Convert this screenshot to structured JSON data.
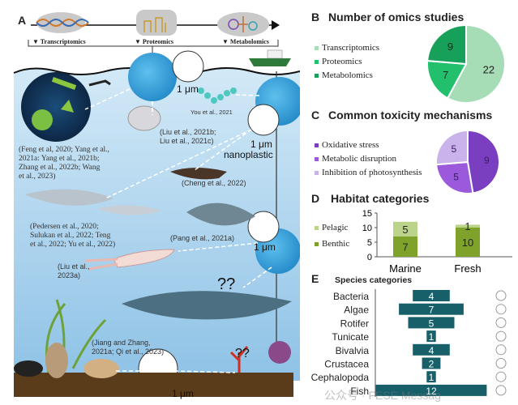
{
  "panel_a": {
    "label": "A",
    "omics": [
      "Transcriptomics",
      "Proteomics",
      "Metabolomics"
    ],
    "citations": {
      "feng": "(Feng et al, 2020; Yang et al.,\n2021a: Yang et al., 2021b;\nZhang et al., 2022b; Wang\net al., 2023)",
      "you": "You et al., 2021",
      "liu_2021": "(Liu et al., 2021b;\nLiu et al., 2021c)",
      "cheng": "(Cheng et al., 2022)",
      "pedersen": "(Pedersen et al., 2020;\nSulukan et al., 2022; Teng\net al., 2022; Yu et al., 2022)",
      "pang": "(Pang et al., 2021a)",
      "liu_2023": "(Liu et al.,\n2023a)",
      "jiang": "(Jiang and Zhang,\n2021a; Qi et al., 2023)"
    },
    "scale_label": "1 μm",
    "nanoplastic_label": "nanoplastic",
    "unknown_mark": "??",
    "colors": {
      "water_top": "#cfe6f5",
      "water_bottom": "#8fc3e6",
      "seabed": "#5a3b1a"
    }
  },
  "watermark": "公众号 · FESE Messag",
  "chart_data": [
    {
      "panel": "B",
      "type": "pie",
      "title": "Number of omics studies",
      "legend_placement": "left",
      "slices": [
        {
          "name": "Transcriptomics",
          "value": 22,
          "color": "#a6dcb6"
        },
        {
          "name": "Proteomics",
          "value": 7,
          "color": "#22c06c"
        },
        {
          "name": "Metabolomics",
          "value": 9,
          "color": "#17a05a"
        }
      ]
    },
    {
      "panel": "C",
      "type": "pie",
      "title": "Common toxicity mechanisms",
      "legend_placement": "left",
      "slices": [
        {
          "name": "Oxidative stress",
          "value": 9,
          "color": "#7a3fc0"
        },
        {
          "name": "Metabolic disruption",
          "value": 5,
          "color": "#9a5adb"
        },
        {
          "name": "Inhibition of photosynthesis",
          "value": 5,
          "color": "#c9b3ea"
        }
      ]
    },
    {
      "panel": "D",
      "type": "bar",
      "stacked": true,
      "title": "Habitat categories",
      "categories": [
        "Marine",
        "Fresh"
      ],
      "series": [
        {
          "name": "Benthic",
          "values": [
            7,
            10
          ],
          "color": "#7fa32a"
        },
        {
          "name": "Pelagic",
          "values": [
            5,
            1
          ],
          "color": "#bcd38a"
        }
      ],
      "ylim": [
        0,
        15
      ],
      "yticks": [
        0,
        5,
        10,
        15
      ],
      "legend_placement": "left"
    },
    {
      "panel": "E",
      "type": "bar",
      "orientation": "horizontal-centered",
      "title": "Species categories",
      "categories": [
        "Bacteria",
        "Algae",
        "Rotifer",
        "Tunicate",
        "Bivalvia",
        "Crustacea",
        "Cephalopoda",
        "Fish"
      ],
      "values": [
        4,
        7,
        5,
        1,
        4,
        2,
        1,
        12
      ],
      "color": "#17606a"
    }
  ]
}
